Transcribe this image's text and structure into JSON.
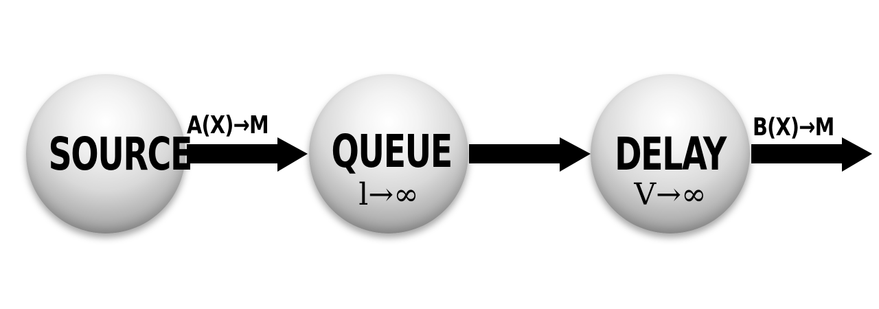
{
  "nodes": {
    "source": {
      "label": "SOURCE"
    },
    "queue": {
      "label": "QUEUE",
      "sublabel": "l→∞"
    },
    "delay": {
      "label": "DELAY",
      "sublabel": "V→∞"
    }
  },
  "edges": {
    "source_to_queue": {
      "label": "A(X)→M"
    },
    "queue_to_delay": {
      "label": ""
    },
    "delay_out": {
      "label": "B(X)→M"
    }
  },
  "colors": {
    "arrow": "#000000",
    "text": "#000000",
    "background": "#ffffff"
  }
}
